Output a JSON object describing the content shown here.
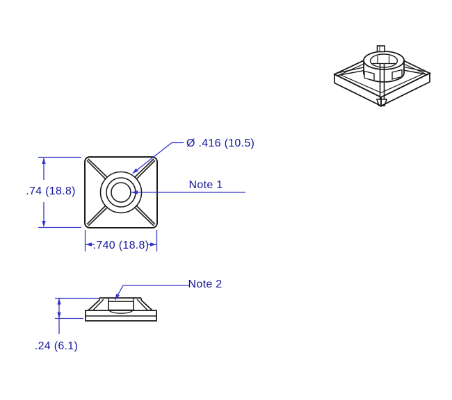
{
  "drawing": {
    "views": [
      "isometric-view",
      "top-view",
      "side-profile-view"
    ],
    "annotations": {
      "diameter_callout": "Ø .416 (10.5)",
      "note_1": "Note 1",
      "note_2": "Note 2",
      "height_dim": ".74 (18.8)",
      "width_dim": ".740 (18.8)",
      "thickness_dim": ".24 (6.1)"
    },
    "colors": {
      "geometry": "#1b1b1b",
      "dimension_line": "#3434c8",
      "dimension_text": "#14149b",
      "background": "#ffffff"
    }
  }
}
